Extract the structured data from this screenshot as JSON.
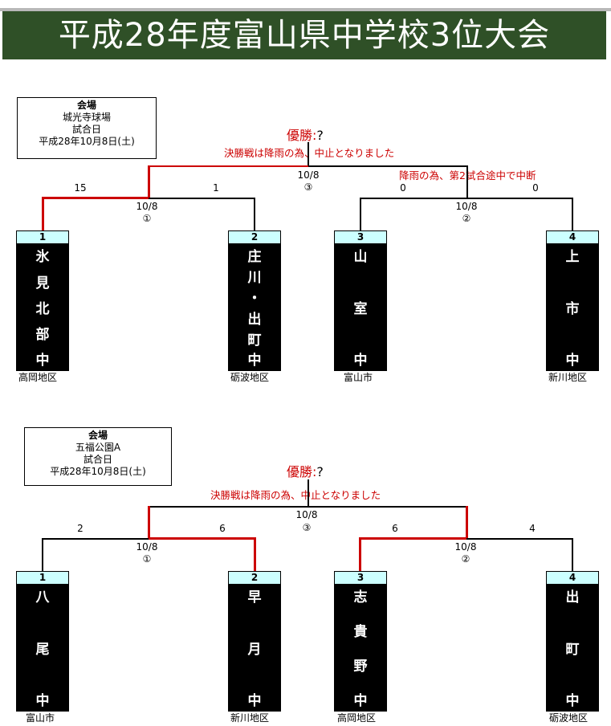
{
  "page_title": "平成28年度富山県中学校3位大会",
  "champion_label": "優勝:",
  "champion_value": "?",
  "brackets": [
    {
      "venue": {
        "heading": "会場",
        "name": "城光寺球場",
        "date_heading": "試合日",
        "date": "平成28年10月8日(土)"
      },
      "final": {
        "date": "10/8",
        "match_no": "③",
        "note": "決勝戦は降雨の為、中止となりました"
      },
      "semis": [
        {
          "date": "10/8",
          "match_no": "①",
          "score_left": "15",
          "score_right": "1"
        },
        {
          "date": "10/8",
          "match_no": "②",
          "score_left": "0",
          "score_right": "0",
          "note": "降雨の為、第2試合途中で中断"
        }
      ],
      "teams": [
        {
          "seed": "1",
          "chars": [
            "氷",
            "見",
            "北",
            "部",
            "中"
          ],
          "region": "高岡地区"
        },
        {
          "seed": "2",
          "chars": [
            "庄",
            "川",
            "・",
            "出",
            "町",
            "中"
          ],
          "region": "砺波地区"
        },
        {
          "seed": "3",
          "chars": [
            "山",
            "室",
            "中"
          ],
          "region": "富山市"
        },
        {
          "seed": "4",
          "chars": [
            "上",
            "市",
            "中"
          ],
          "region": "新川地区"
        }
      ]
    },
    {
      "venue": {
        "heading": "会場",
        "name": "五福公園A",
        "date_heading": "試合日",
        "date": "平成28年10月8日(土)"
      },
      "final": {
        "date": "10/8",
        "match_no": "③",
        "note": "決勝戦は降雨の為、中止となりました"
      },
      "semis": [
        {
          "date": "10/8",
          "match_no": "①",
          "score_left": "2",
          "score_right": "6"
        },
        {
          "date": "10/8",
          "match_no": "②",
          "score_left": "6",
          "score_right": "4"
        }
      ],
      "teams": [
        {
          "seed": "1",
          "chars": [
            "八",
            "尾",
            "中"
          ],
          "region": "富山市"
        },
        {
          "seed": "2",
          "chars": [
            "早",
            "月",
            "中"
          ],
          "region": "新川地区"
        },
        {
          "seed": "3",
          "chars": [
            "志",
            "貴",
            "野",
            "中"
          ],
          "region": "高岡地区"
        },
        {
          "seed": "4",
          "chars": [
            "出",
            "町",
            "中"
          ],
          "region": "砺波地区"
        }
      ]
    }
  ],
  "colors": {
    "title_bg": "#2f5027",
    "winner_line": "#cc0000",
    "seed_bg": "#ccffff"
  }
}
